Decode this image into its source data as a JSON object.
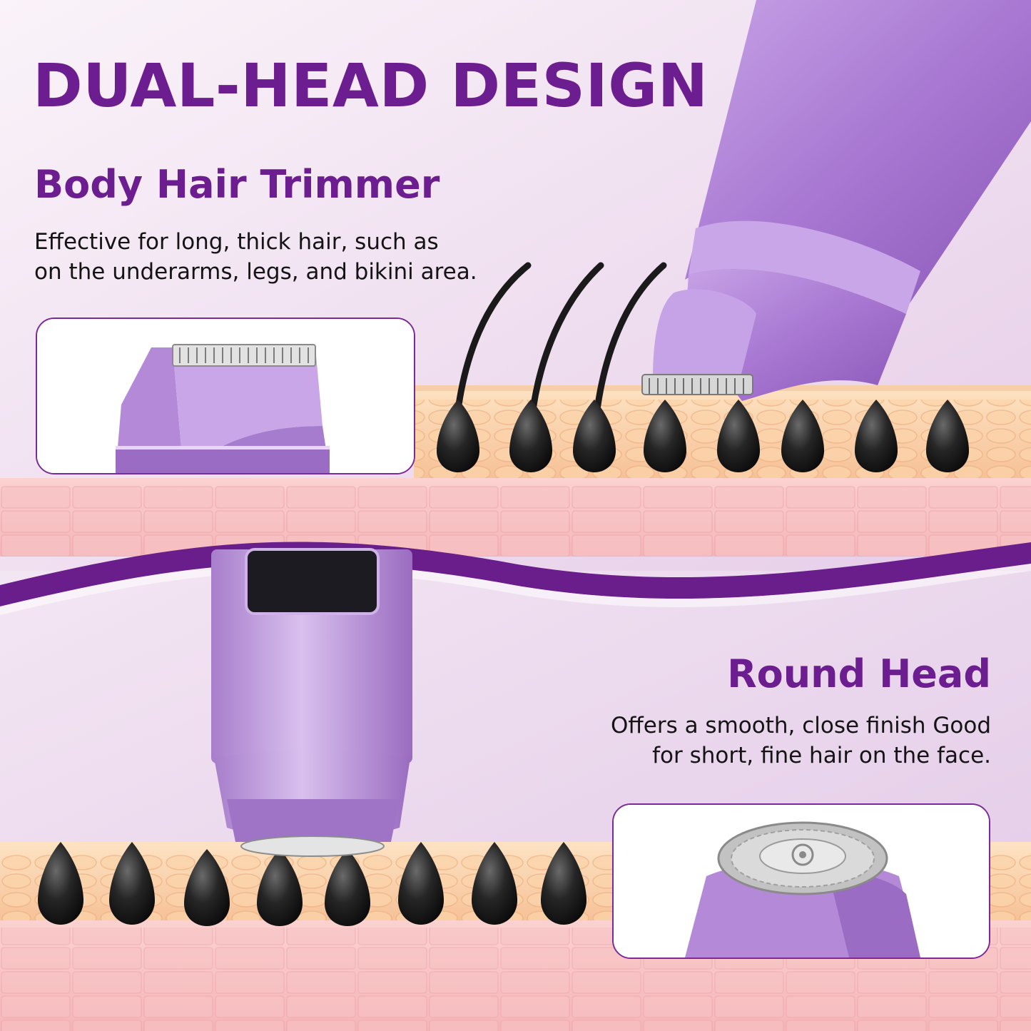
{
  "title": "DUAL-HEAD DESIGN",
  "sections": [
    {
      "heading": "Body Hair Trimmer",
      "description_lines": [
        "Effective for long, thick hair, such as",
        "on the underarms, legs, and bikini area."
      ]
    },
    {
      "heading": "Round Head",
      "description_lines": [
        "Offers a smooth, close finish Good",
        "for short, fine hair on the face."
      ]
    }
  ],
  "colors": {
    "heading": "#6c1d8f",
    "body_text": "#141414",
    "accent_band": "#6a1e8c",
    "device": "#b58ad6",
    "skin": "#f6b8a6"
  }
}
